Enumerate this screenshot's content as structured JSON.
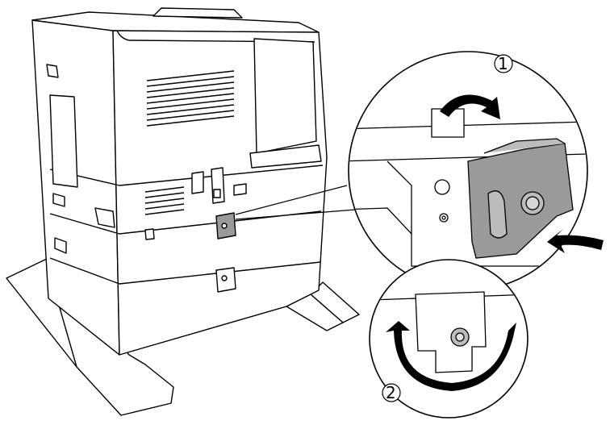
{
  "steps": [
    {
      "number": "1"
    },
    {
      "number": "2"
    }
  ],
  "colors": {
    "outline": "#000000",
    "body": "#ffffff",
    "bracket_fill": "#9a9a9a",
    "arrow_fill": "#000000"
  },
  "icons": [
    "printer-illustration",
    "bracket-icon",
    "screw-icon",
    "rotate-arrow-icon",
    "insert-arrow-icon"
  ]
}
